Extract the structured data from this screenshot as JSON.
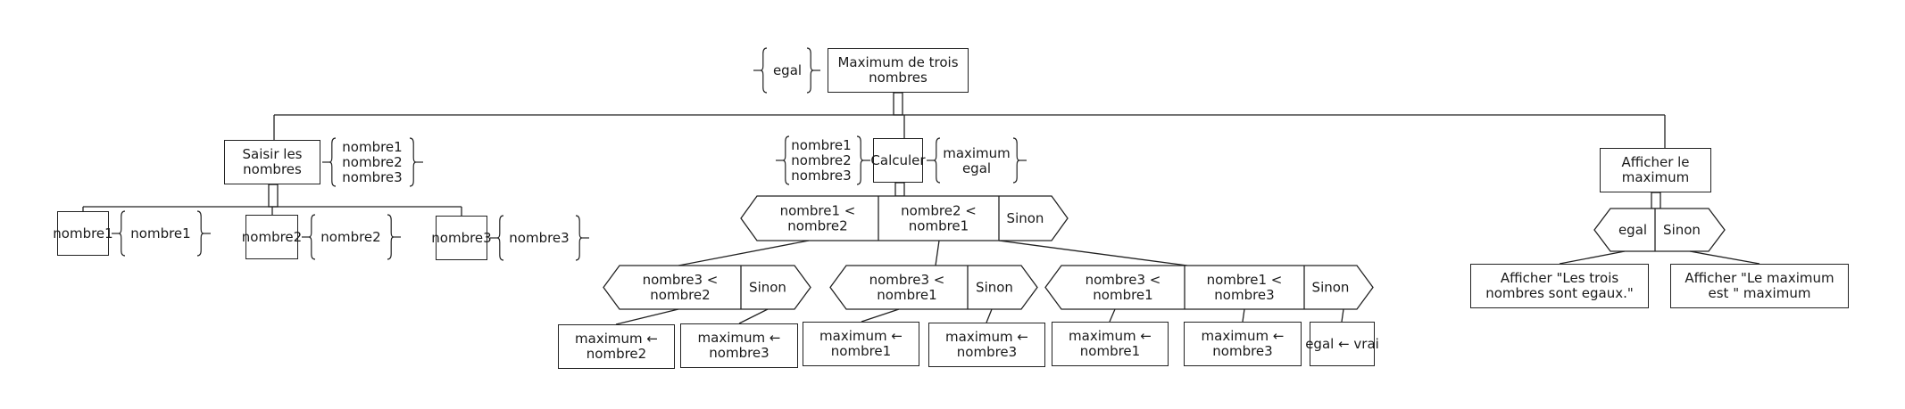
{
  "root": {
    "label": "Maximum de trois nombres",
    "out_params": [
      "egal"
    ]
  },
  "saisir": {
    "label": "Saisir les nombres",
    "out_params": [
      "nombre1",
      "nombre2",
      "nombre3"
    ],
    "children": [
      {
        "label": "nombre1",
        "params": [
          "nombre1"
        ]
      },
      {
        "label": "nombre2",
        "params": [
          "nombre2"
        ]
      },
      {
        "label": "nombre3",
        "params": [
          "nombre3"
        ]
      }
    ]
  },
  "calculer": {
    "label": "Calculer",
    "in_params": [
      "nombre1",
      "nombre2",
      "nombre3"
    ],
    "out_params": [
      "maximum",
      "egal"
    ],
    "condition": [
      "nombre1 < nombre2",
      "nombre2 < nombre1",
      "Sinon"
    ],
    "branch_left": {
      "condition": [
        "nombre3 < nombre2",
        "Sinon"
      ],
      "actions": [
        "maximum ← nombre2",
        "maximum ← nombre3"
      ]
    },
    "branch_mid": {
      "condition": [
        "nombre3 < nombre1",
        "Sinon"
      ],
      "actions": [
        "maximum ← nombre1",
        "maximum ← nombre3"
      ]
    },
    "branch_right": {
      "condition": [
        "nombre3 < nombre1",
        "nombre1 < nombre3",
        "Sinon"
      ],
      "actions": [
        "maximum ← nombre1",
        "maximum ← nombre3",
        "egal ← vrai"
      ]
    }
  },
  "afficher": {
    "label": "Afficher le maximum",
    "condition": [
      "egal",
      "Sinon"
    ],
    "actions": [
      "Afficher \"Les trois nombres sont egaux.\"",
      "Afficher \"Le maximum est \" maximum"
    ]
  }
}
